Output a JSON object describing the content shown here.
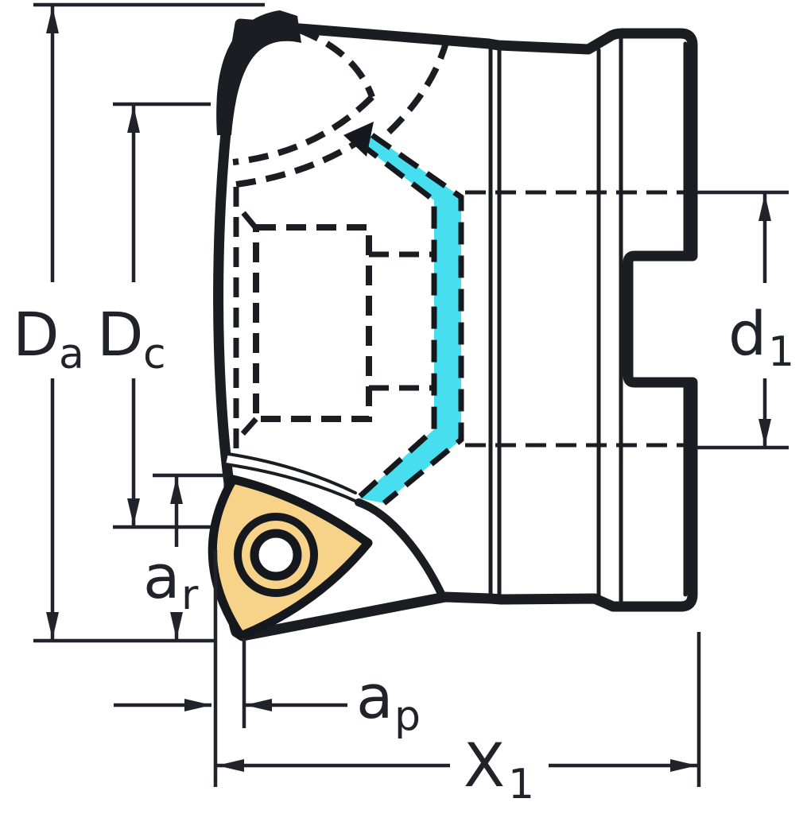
{
  "drawing": {
    "type": "technical-dimension-drawing",
    "subject": "face milling cutter with indexable trigon insert, side view",
    "highlight": "coolant-channel"
  },
  "dimensions": {
    "da": {
      "main": "D",
      "sub": "a"
    },
    "dc": {
      "main": "D",
      "sub": "c"
    },
    "d1": {
      "main": "d",
      "sub": "1"
    },
    "ar": {
      "main": "a",
      "sub": "r"
    },
    "ap": {
      "main": "a",
      "sub": "p"
    },
    "x1": {
      "main": "X",
      "sub": "1"
    }
  },
  "colors": {
    "background": "#ffffff",
    "ink": "#1a1e22",
    "dimension_ink": "#20242a",
    "body_gray": "#e9eced",
    "relief_white": "#ffffff",
    "coolant_cyan": "#47dff0",
    "insert_yellow": "#f6d388",
    "label_box": "#ffffff",
    "hole_white": "#ffffff"
  }
}
